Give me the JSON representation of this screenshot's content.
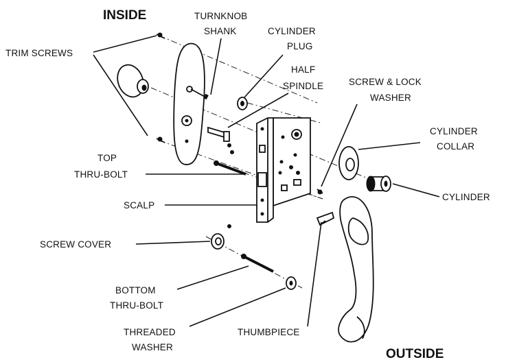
{
  "headings": {
    "inside": "INSIDE",
    "outside": "OUTSIDE"
  },
  "labels": {
    "trim_screws": "TRIM SCREWS",
    "turnknob_shank_1": "TURNKNOB",
    "turnknob_shank_2": "SHANK",
    "cylinder_plug_1": "CYLINDER",
    "cylinder_plug_2": "PLUG",
    "half_spindle_1": "HALF",
    "half_spindle_2": "SPINDLE",
    "screw_lock_washer_1": "SCREW & LOCK",
    "screw_lock_washer_2": "WASHER",
    "cylinder_collar_1": "CYLINDER",
    "cylinder_collar_2": "COLLAR",
    "cylinder": "CYLINDER",
    "top_thru_bolt_1": "TOP",
    "top_thru_bolt_2": "THRU-BOLT",
    "scalp": "SCALP",
    "screw_cover": "SCREW COVER",
    "bottom_thru_bolt_1": "BOTTOM",
    "bottom_thru_bolt_2": "THRU-BOLT",
    "threaded_washer_1": "THREADED",
    "threaded_washer_2": "WASHER",
    "thumbpiece": "THUMBPIECE"
  }
}
